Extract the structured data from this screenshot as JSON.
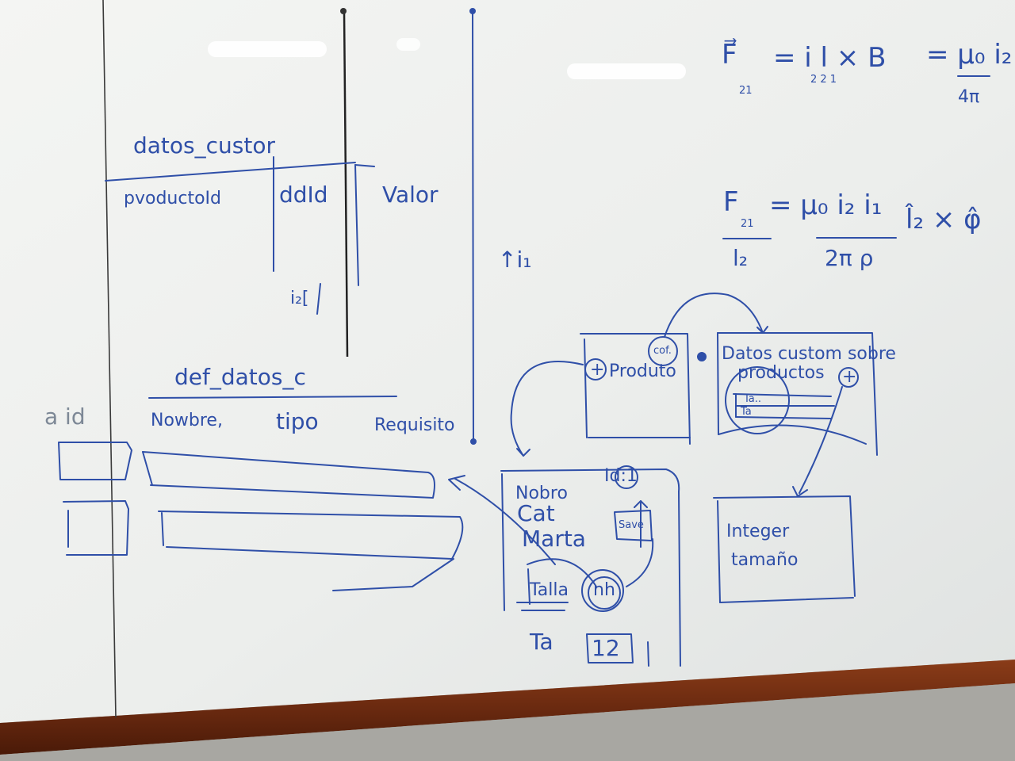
{
  "whiteboard": {
    "frame_color": "#6e2f14",
    "ink_color": "#2f4fa8",
    "left_panel": {
      "table1_title": "datos_custor",
      "table1_columns": [
        "pvoductoId",
        "ddId",
        "Valor"
      ],
      "margin_note": "i₂[",
      "table2_title": "def_datos_c",
      "table2_columns": [
        "Nowbre,",
        "tipo",
        "Requisito"
      ],
      "side_label": "a id"
    },
    "wire_label": "↑i₁",
    "physics": {
      "eq1_lhs": "F⃗",
      "eq1_lhs_sub": "21",
      "eq1_mid": "= i l × B",
      "eq1_mid_sub": "2  2    1",
      "eq1_rhs_num": "= μ₀ i₂",
      "eq1_rhs_den": "4π",
      "eq2_lhs_num": "F",
      "eq2_lhs_sub": "21",
      "eq2_lhs_den": "l₂",
      "eq2_mid_num": "= μ₀ i₂ i₁",
      "eq2_mid_den": "2π ρ",
      "eq2_rhs": "l̂₂ × φ̂"
    },
    "sketch": {
      "producto_label": "Produto",
      "producto_btn": "+",
      "cof_label": "cof.",
      "datos_title": "Datos custom sobre",
      "datos_sub": "productos",
      "datos_plus": "+",
      "datos_rows": [
        "Ta..",
        "Ta"
      ],
      "form_fields": [
        "Nobro",
        "Cat",
        "Marta",
        "Talla"
      ],
      "form_id": "Id:1",
      "form_save": "Save",
      "form_circle": "nh",
      "form_bottom_label": "Ta",
      "form_bottom_value": "12",
      "integer_lines": [
        "Integer",
        "tamaño"
      ]
    }
  }
}
